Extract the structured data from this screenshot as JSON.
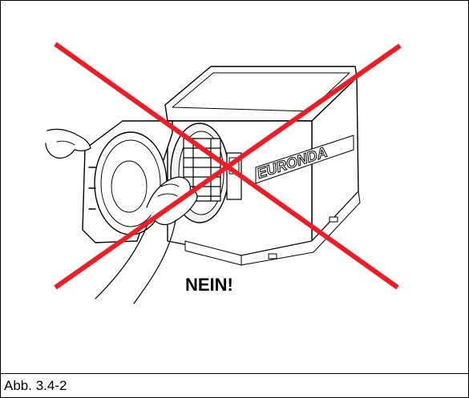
{
  "figure": {
    "brand_text": "EURONDA",
    "warning_text": "NEIN!",
    "cross_color": "#ee1c25",
    "illustration": "autoclave-hand-inserting-tray-icon"
  },
  "caption": {
    "text": "Abb. 3.4-2"
  }
}
